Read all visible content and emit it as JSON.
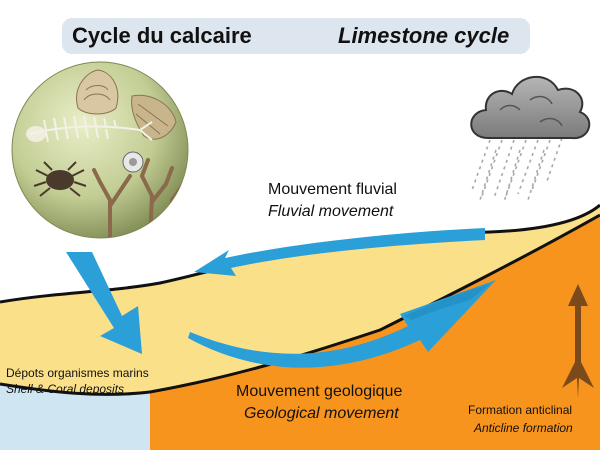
{
  "title": {
    "fr": "Cycle du calcaire",
    "en": "Limestone cycle"
  },
  "labels": {
    "fluvial_fr": "Mouvement fluvial",
    "fluvial_en": "Fluvial movement",
    "deposits_fr": "Dépots organismes marins",
    "deposits_en": "Shell & Coral deposits",
    "geological_fr": "Mouvement geologique",
    "geological_en": "Geological movement",
    "anticline_fr": "Formation anticlinal",
    "anticline_en": "Anticline formation"
  },
  "colors": {
    "sea": "#cfe6f2",
    "sediment": "#fbe08a",
    "rock": "#f7941d",
    "arrow": "#2b9fd8",
    "uplift_arrow": "#7a4a1c",
    "cloud": "#8f8f8f",
    "rain": "#a0a0a0",
    "globe": "#c2cd94",
    "title_box": "#dde6ee"
  },
  "icons": [
    "rain-cloud-icon",
    "marine-fossils-globe-icon",
    "uplift-arrow-icon"
  ]
}
